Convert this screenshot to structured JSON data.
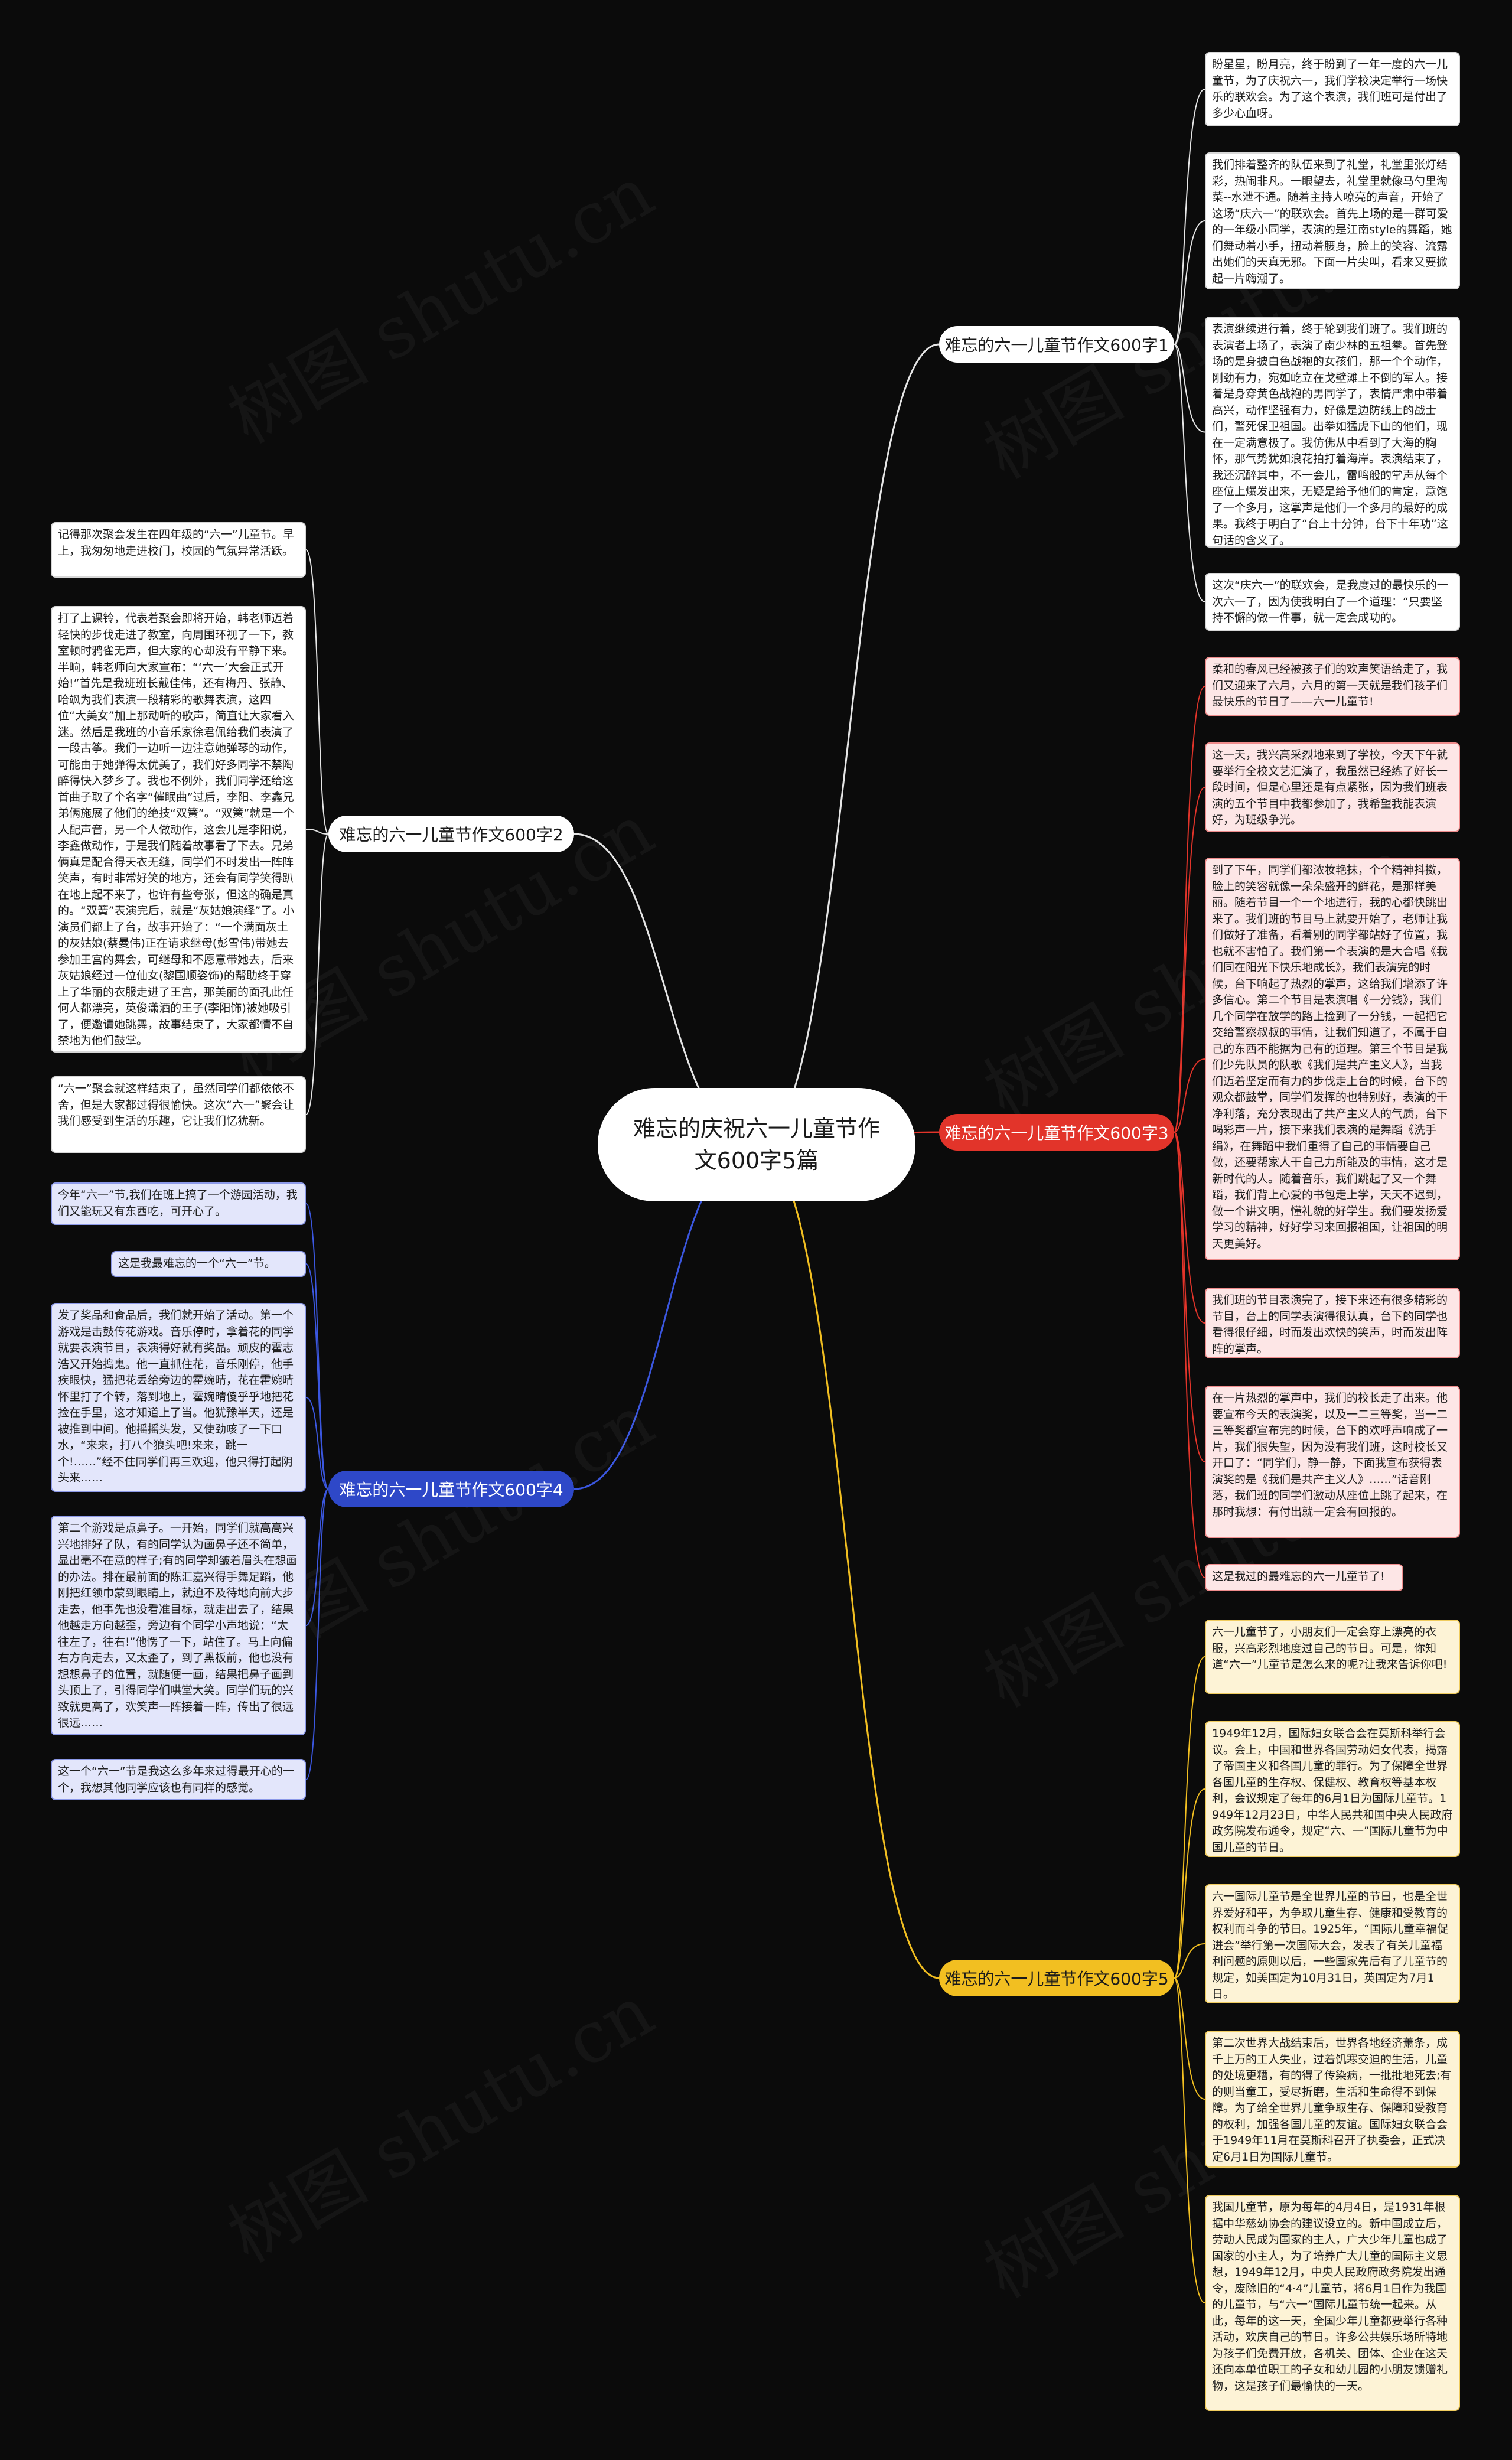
{
  "watermark": "树图 shutu.cn",
  "root": {
    "title": "难忘的庆祝六一儿童节作文600字5篇"
  },
  "colors": {
    "white": "#ffffff",
    "red": "#e2342a",
    "blue": "#2e48c8",
    "yellow": "#f2bf21",
    "bg": "#0b0b0b"
  },
  "branches": [
    {
      "id": "b1",
      "label": "难忘的六一儿童节作文600字1",
      "color": "white",
      "leaves": [
        "盼星星，盼月亮，终于盼到了一年一度的六一儿童节，为了庆祝六一，我们学校决定举行一场快乐的联欢会。为了这个表演，我们班可是付出了多少心血呀。",
        "我们排着整齐的队伍来到了礼堂，礼堂里张灯结彩，热闹非凡。一眼望去，礼堂里就像马勺里淘菜--水泄不通。随着主持人嘹亮的声音，开始了这场“庆六一”的联欢会。首先上场的是一群可爱的一年级小同学，表演的是江南style的舞蹈，她们舞动着小手，扭动着腰身，脸上的笑容、流露出她们的天真无邪。下面一片尖叫，看来又要掀起一片嗨潮了。",
        "表演继续进行着，终于轮到我们班了。我们班的表演者上场了，表演了南少林的五祖拳。首先登场的是身披白色战袍的女孩们，那一个个动作，刚劲有力，宛如屹立在戈壁滩上不倒的军人。接着是身穿黄色战袍的男同学了，表情严肃中带着高兴，动作坚强有力，好像是边防线上的战士们，警死保卫祖国。出拳如猛虎下山的他们，现在一定满意极了。我仿佛从中看到了大海的胸怀，那气势犹如浪花拍打着海岸。表演结束了，我还沉醉其中，不一会儿，雷鸣般的掌声从每个座位上爆发出来，无疑是给予他们的肯定，意饱了一个多月，这掌声是他们一个多月的最好的成果。我终于明白了“台上十分钟，台下十年功”这句话的含义了。",
        "这次“庆六一”的联欢会，是我度过的最快乐的一次六一了，因为使我明白了一个道理：“只要坚持不懈的做一件事，就一定会成功的。"
      ]
    },
    {
      "id": "b2",
      "label": "难忘的六一儿童节作文600字2",
      "color": "white",
      "leaves": [
        "记得那次聚会发生在四年级的“六一”儿童节。早上，我匆匆地走进校门，校园的气氛异常活跃。",
        "打了上课铃，代表着聚会即将开始，韩老师迈着轻快的步伐走进了教室，向周围环视了一下，教室顿时鸦雀无声，但大家的心却没有平静下来。半晌，韩老师向大家宣布：“‘六一’大会正式开始!”首先是我班班长戴佳伟，还有梅丹、张静、哈飒为我们表演一段精彩的歌舞表演，这四位“大美女”加上那动听的歌声，简直让大家看入迷。然后是我班的小音乐家徐君佩给我们表演了一段古筝。我们一边听一边注意她弹琴的动作，可能由于她弹得太优美了，我们好多同学不禁陶醉得快入梦乡了。我也不例外，我们同学还给这首曲子取了个名字“催眠曲”过后，李阳、李鑫兄弟俩施展了他们的绝技“双簧”。“双簧”就是一个人配声音，另一个人做动作，这会儿是李阳说，李鑫做动作，于是我们随着故事看了下去。兄弟俩真是配合得天衣无缝，同学们不时发出一阵阵笑声，有时非常好笑的地方，还会有同学笑得趴在地上起不来了，也许有些夸张，但这的确是真的。“双簧”表演完后，就是“灰姑娘演绎”了。小演员们都上了台，故事开始了：“一个满面灰土的灰姑娘(蔡曼伟)正在请求继母(彭雪伟)带她去参加王宫的舞会，可继母和不愿意带她去，后来灰姑娘经过一位仙女(黎国顺姿饰)的帮助终于穿上了华丽的衣服走进了王宫，那美丽的面孔此任何人都漂亮，英俊潇洒的王子(李阳饰)被她吸引了，便邀请她跳舞，故事结束了，大家都情不自禁地为他们鼓掌。",
        "“六一”聚会就这样结束了，虽然同学们都依依不舍，但是大家都过得很愉快。这次“六一”聚会让我们感受到生活的乐趣，它让我们忆犹新。"
      ]
    },
    {
      "id": "b3",
      "label": "难忘的六一儿童节作文600字3",
      "color": "red",
      "leaves": [
        "柔和的春风已经被孩子们的欢声笑语给走了，我们又迎来了六月，六月的第一天就是我们孩子们最快乐的节日了——六一儿童节!",
        "这一天，我兴高采烈地来到了学校，今天下午就要举行全校文艺汇演了，我虽然已经练了好长一段时间，但是心里还是有点紧张，因为我们班表演的五个节目中我都参加了，我希望我能表演好，为班级争光。",
        "到了下午，同学们都浓妆艳抹，个个精神抖擞，脸上的笑容就像一朵朵盛开的鲜花，是那样美丽。随着节目一个一个地进行，我的心都快跳出来了。我们班的节目马上就要开始了，老师让我们做好了准备，看着别的同学都站好了位置，我也就不害怕了。我们第一个表演的是大合唱《我们同在阳光下快乐地成长》，我们表演完的时候，台下响起了热烈的掌声，这给我们增添了许多信心。第二个节目是表演唱《一分钱》，我们几个同学在放学的路上捡到了一分钱，一起把它交给警察叔叔的事情，让我们知道了，不属于自己的东西不能据为己有的道理。第三个节目是我们少先队员的队歌《我们是共产主义人》，当我们迈着坚定而有力的步伐走上台的时候，台下的观众都鼓掌，同学们发挥的也特别好，表演的干净利落，充分表现出了共产主义人的气质，台下喝彩声一片，接下来我们表演的是舞蹈《洗手绢》，在舞蹈中我们重得了自己的事情要自己做，还要帮家人干自己力所能及的事情，这才是新时代的人。随着音乐，我们跳起了又一个舞蹈，我们背上心爱的书包走上学，天天不迟到，做一个讲文明，懂礼貌的好学生。我们要发扬爱学习的精神，好好学习来回报祖国，让祖国的明天更美好。",
        "我们班的节目表演完了，接下来还有很多精彩的节目，台上的同学表演得很认真，台下的同学也看得很仔细，时而发出欢快的笑声，时而发出阵阵的掌声。",
        "在一片热烈的掌声中，我们的校长走了出来。他要宣布今天的表演奖，以及一二三等奖，当一二三等奖都宣布完的时候，台下的欢呼声响成了一片，我们很失望，因为没有我们班，这时校长又开口了：“同学们，静一静，下面我宣布获得表演奖的是《我们是共产主义人》……”话音刚落，我们班的同学们激动从座位上跳了起来，在那时我想：有付出就一定会有回报的。",
        "这是我过的最难忘的六一儿童节了!"
      ]
    },
    {
      "id": "b4",
      "label": "难忘的六一儿童节作文600字4",
      "color": "blue",
      "leaves": [
        "今年“六一”节,我们在班上搞了一个游园活动，我们又能玩又有东西吃，可开心了。",
        "这是我最难忘的一个“六一”节。",
        "发了奖品和食品后，我们就开始了活动。第一个游戏是击鼓传花游戏。音乐停时，拿着花的同学就要表演节目，表演得好就有奖品。顽皮的霍志浩又开始捣鬼。他一直抓住花，音乐刚停，他手疾眼快，猛把花丢给旁边的霍婉晴，花在霍婉晴怀里打了个转，落到地上，霍婉晴傻乎乎地把花捡在手里，这才知道上了当。他犹豫半天，还是被推到中间。他摇摇头发，又使劲咳了一下口水，“来来，打八个狼头吧!来来，跳一个!……”经不住同学们再三欢迎，他只得打起阴头来……",
        "第二个游戏是点鼻子。一开始，同学们就高高兴兴地排好了队，有的同学认为画鼻子还不简单，显出毫不在意的样子;有的同学却皱着眉头在想画的办法。排在最前面的陈汇嘉兴得手舞足蹈，他刚把红领巾蒙到眼睛上，就迫不及待地向前大步走去，他事先也没看准目标，就走出去了，结果他越走方向越歪，旁边有个同学小声地说：“太往左了，往右!”他愣了一下，站住了。马上向偏右方向走去，又太歪了，到了黑板前，他也没有想想鼻子的位置，就随便一画，结果把鼻子画到头顶上了，引得同学们哄堂大笑。同学们玩的兴致就更高了，欢笑声一阵接着一阵，传出了很远很远……",
        "这一个“六一”节是我这么多年来过得最开心的一个，我想其他同学应该也有同样的感觉。"
      ]
    },
    {
      "id": "b5",
      "label": "难忘的六一儿童节作文600字5",
      "color": "yellow",
      "leaves": [
        "六一儿童节了，小朋友们一定会穿上漂亮的衣服，兴高彩烈地度过自己的节日。可是，你知道“六一”儿童节是怎么来的呢?让我来告诉你吧!",
        "1949年12月，国际妇女联合会在莫斯科举行会议。会上，中国和世界各国劳动妇女代表，揭露了帝国主义和各国儿童的罪行。为了保障全世界各国儿童的生存权、保健权、教育权等基本权利，会议规定了每年的6月1日为国际儿童节。1949年12月23日，中华人民共和国中央人民政府政务院发布通令，规定“六、一”国际儿童节为中国儿童的节日。",
        "六一国际儿童节是全世界儿童的节日，也是全世界爱好和平，为争取儿童生存、健康和受教育的权利而斗争的节日。1925年，“国际儿童幸福促进会”举行第一次国际大会，发表了有关儿童福利问题的原则以后，一些国家先后有了儿童节的规定，如美国定为10月31日，英国定为7月1日。",
        "第二次世界大战结束后，世界各地经济萧条，成千上万的工人失业，过着饥寒交迫的生活，儿童的处境更糟，有的得了传染病，一批批地死去;有的则当童工，受尽折磨，生活和生命得不到保障。为了给全世界儿童争取生存、保障和受教育的权利，加强各国儿童的友谊。国际妇女联合会于1949年11月在莫斯科召开了执委会，正式决定6月1日为国际儿童节。",
        "我国儿童节，原为每年的4月4日，是1931年根据中华慈幼协会的建议设立的。新中国成立后，劳动人民成为国家的主人，广大少年儿童也成了国家的小主人，为了培养广大儿童的国际主义思想，1949年12月，中央人民政府政务院发出通令，废除旧的“4·4”儿童节，将6月1日作为我国的儿童节，与“六一”国际儿童节统一起来。从此，每年的这一天，全国少年儿童都要举行各种活动，欢庆自己的节日。许多公共娱乐场所特地为孩子们免费开放，各机关、团体、企业在这天还向本单位职工的子女和幼儿园的小朋友馈赠礼物，这是孩子们最愉快的一天。"
      ]
    }
  ]
}
